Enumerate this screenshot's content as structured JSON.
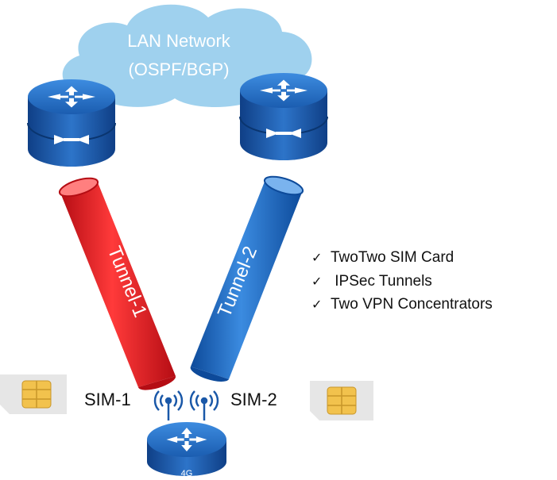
{
  "cloud": {
    "line1": "LAN Network",
    "line2": "(OSPF/BGP)"
  },
  "tunnels": [
    {
      "label": "Tunnel-1",
      "color": "#ee1c24"
    },
    {
      "label": "Tunnel-2",
      "color": "#1e6fc8"
    }
  ],
  "sims": [
    {
      "label": "SIM-1"
    },
    {
      "label": "SIM-2"
    }
  ],
  "edge_router": {
    "badge": "4G"
  },
  "features": [
    "TwoTwo SIM Card",
    " IPSec Tunnels",
    "Two VPN Concentrators"
  ],
  "colors": {
    "cloud": "#9fd1ee",
    "router_blue": "#1a58a8",
    "sim_bg": "#e6e6e6",
    "sim_chip": "#f2c24d"
  },
  "icons": [
    "router-icon",
    "sim-card-icon",
    "wireless-signal-icon",
    "checkmark-icon"
  ]
}
